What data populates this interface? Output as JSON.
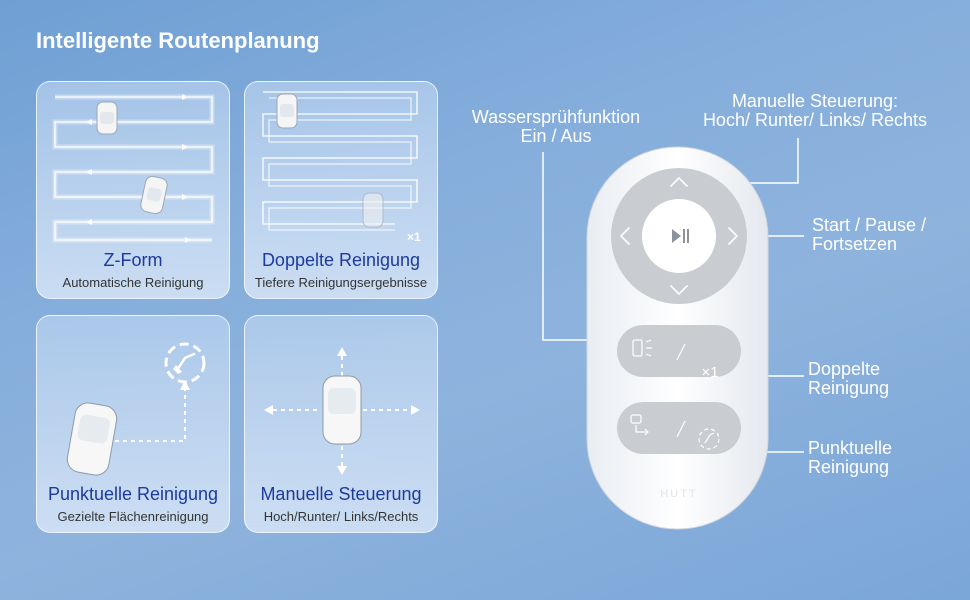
{
  "heading": "Intelligente Routenplanung",
  "cards": [
    {
      "title": "Z-Form",
      "subtitle": "Automatische Reinigung"
    },
    {
      "title": "Doppelte Reinigung",
      "subtitle": "Tiefere Reinigungsergebnisse",
      "badge": "×1"
    },
    {
      "title": "Punktuelle Reinigung",
      "subtitle": "Gezielte Flächenreinigung"
    },
    {
      "title": "Manuelle Steuerung",
      "subtitle": "Hoch/Runter/ Links/Rechts"
    }
  ],
  "callouts": {
    "spray": {
      "line1": "Wassersprühfunktion",
      "line2": "Ein / Aus"
    },
    "manual": {
      "line1": "Manuelle Steuerung:",
      "line2": "Hoch/ Runter/ Links/ Rechts"
    },
    "start": {
      "line1": "Start / Pause /",
      "line2": "Fortsetzen"
    },
    "double": {
      "line1": "Doppelte",
      "line2": "Reinigung"
    },
    "spot": {
      "line1": "Punktuelle",
      "line2": "Reinigung"
    }
  },
  "remote": {
    "brand": "HUTT",
    "double_button_label": "×1"
  },
  "colors": {
    "background": "#86aedc",
    "card_title": "#1d3a9e",
    "callout_text": "#ffffff"
  }
}
